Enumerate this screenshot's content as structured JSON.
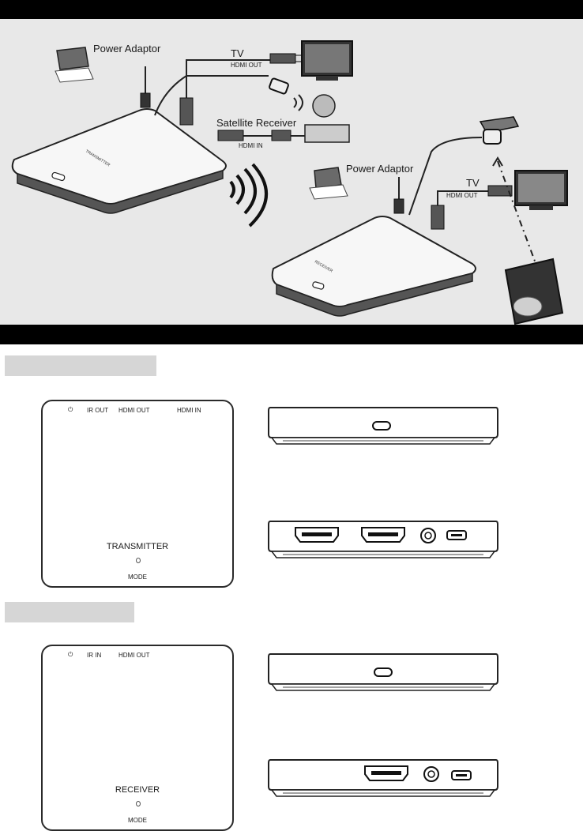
{
  "diagram": {
    "power_adaptor_1": "Power Adaptor",
    "tv_1": "TV",
    "hdmi_out_1": "HDMI OUT",
    "satellite_receiver": "Satellite Receiver",
    "hdmi_in": "HDMI IN",
    "power_adaptor_2": "Power Adaptor",
    "tv_2": "TV",
    "hdmi_out_2": "HDMI OUT"
  },
  "transmitter": {
    "power_icon": "⏻",
    "port_ir_out": "IR OUT",
    "port_hdmi_out": "HDMI OUT",
    "port_hdmi_in": "HDMI IN",
    "name": "TRANSMITTER",
    "mode": "MODE"
  },
  "receiver": {
    "power_icon": "⏻",
    "port_ir_in": "IR IN",
    "port_hdmi_out": "HDMI OUT",
    "name": "RECEIVER",
    "mode": "MODE"
  },
  "colors": {
    "bar": "#000000",
    "tab": "#d6d6d6",
    "diagram_bg": "#e8e8e8"
  }
}
